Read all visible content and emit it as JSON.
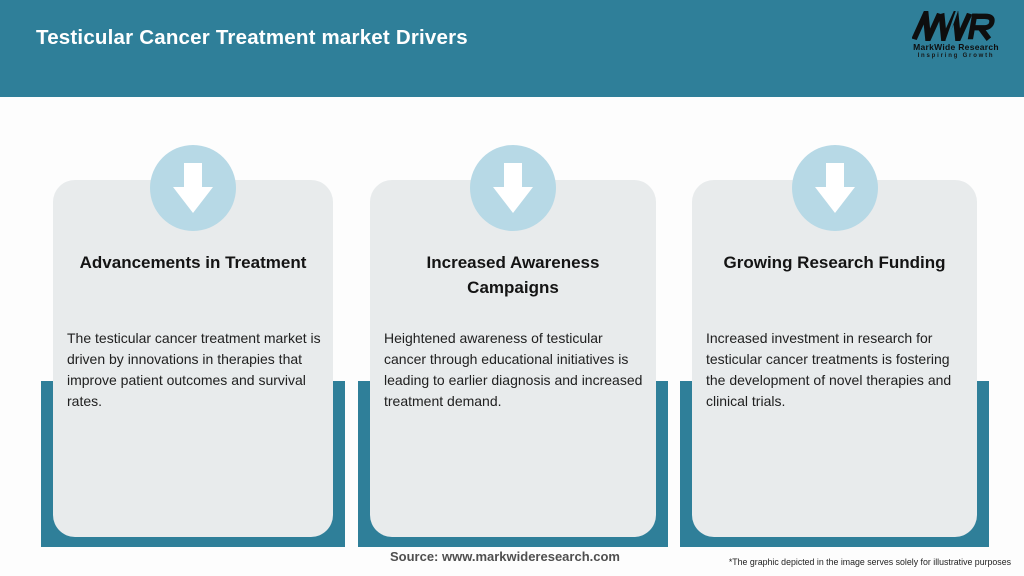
{
  "header": {
    "title": "Testicular Cancer Treatment market Drivers",
    "logo": {
      "monogram_icon": "mwr-monogram-icon",
      "name": "MarkWide Research",
      "tagline": "Inspiring Growth"
    }
  },
  "cards": [
    {
      "icon": "down-arrow-icon",
      "title": "Advancements in Treatment",
      "body": "The testicular cancer treatment market is driven by innovations in therapies that improve patient outcomes and survival rates."
    },
    {
      "icon": "down-arrow-icon",
      "title": "Increased Awareness Campaigns",
      "body": "Heightened awareness of testicular cancer through educational initiatives is leading to earlier diagnosis and increased treatment demand."
    },
    {
      "icon": "down-arrow-icon",
      "title": "Growing Research Funding",
      "body": "Increased investment in research for testicular cancer treatments is fostering the development of novel therapies and clinical trials."
    }
  ],
  "footer": {
    "source": "Source: www.markwideresearch.com",
    "disclaimer": "*The graphic depicted in the image serves solely for illustrative purposes"
  },
  "colors": {
    "teal": "#2f7f99",
    "light_blue": "#b7d9e6",
    "card_bg": "#e8ebec",
    "header_text": "#ffffff"
  }
}
